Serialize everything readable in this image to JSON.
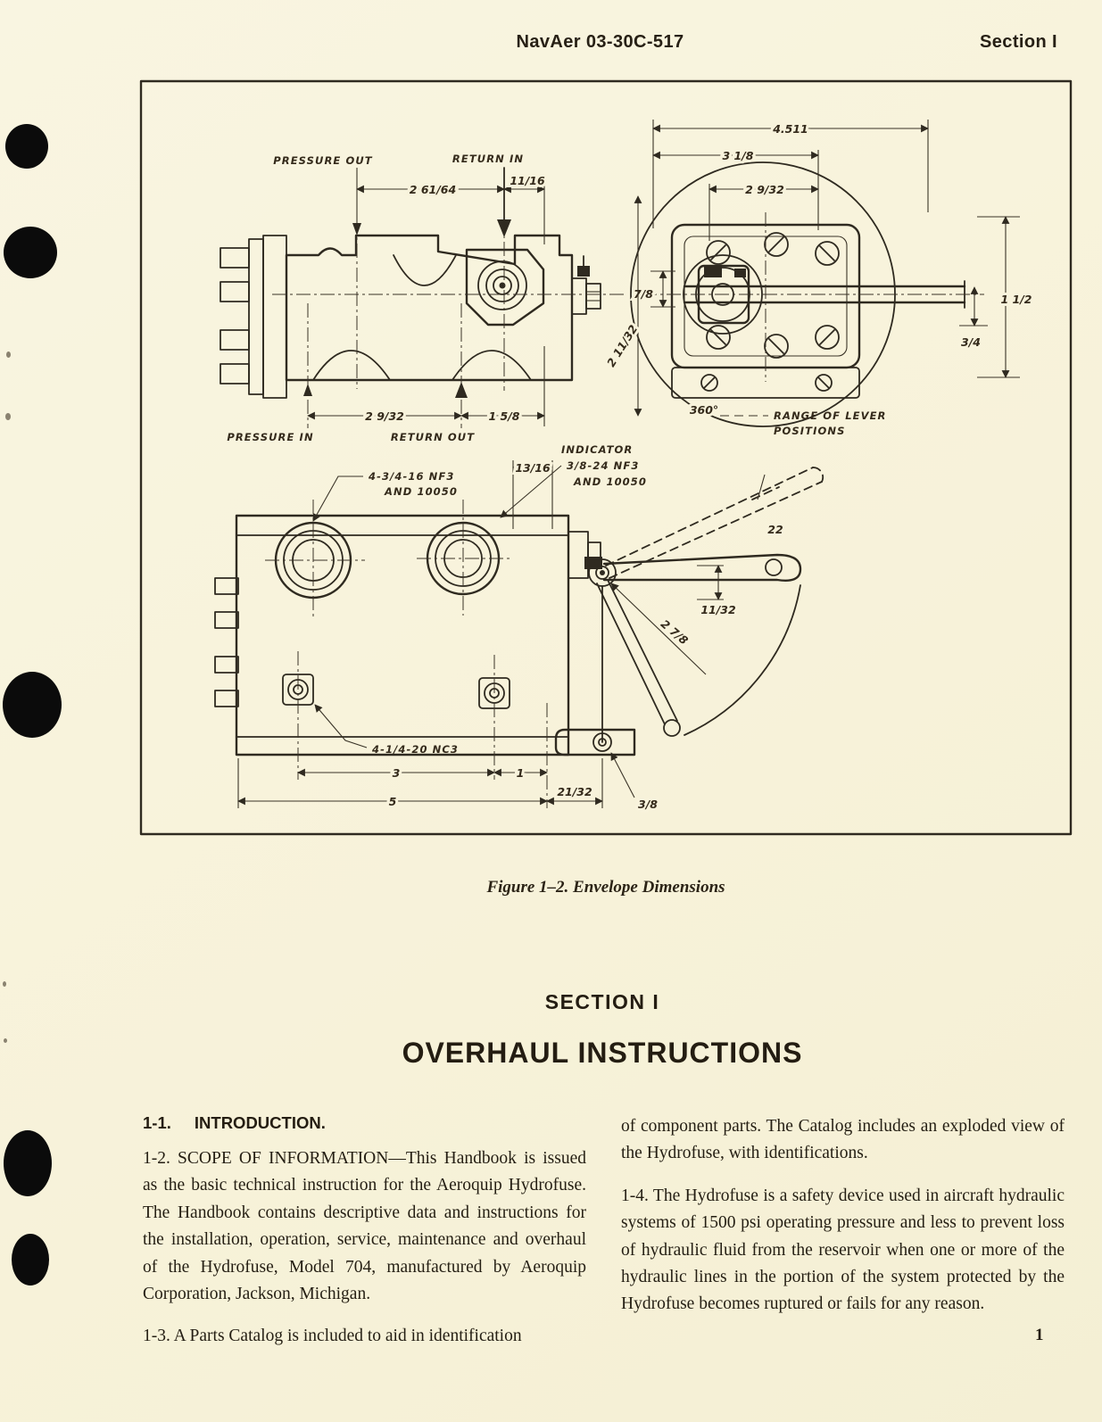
{
  "header": {
    "doc_number": "NavAer 03-30C-517",
    "section_label": "Section I"
  },
  "figure": {
    "caption": "Figure 1–2.  Envelope Dimensions",
    "callouts": {
      "pressure_out": "PRESSURE OUT",
      "return_in": "RETURN IN",
      "pressure_in": "PRESSURE IN",
      "return_out": "RETURN OUT",
      "deg_360": "360°",
      "range_lever_line1": "RANGE OF LEVER",
      "range_lever_line2": "POSITIONS",
      "indicator_line1": "INDICATOR",
      "indicator_line2": "3/8-24 NF3",
      "indicator_line3": "AND 10050",
      "port_thread_line1": "4-3/4-16 NF3",
      "port_thread_line2": "AND 10050",
      "bolt_thread": "4-1/4-20 NC3",
      "lever_angle": "22"
    },
    "dims": {
      "overall_width": "4.511",
      "d3_1_8": "3 1/8",
      "d2_9_32_top": "2 9/32",
      "d2_61_64": "2 61/64",
      "d11_16": "11/16",
      "d2_9_32_ports": "2 9/32",
      "d1_5_8": "1 5/8",
      "d7_8": "7/8",
      "d2_11_32": "2 11/32",
      "d1_1_2": "1 1/2",
      "d3_4": "3/4",
      "d13_16": "13/16",
      "d11_32": "11/32",
      "d2_7_8": "2 7/8",
      "d3": "3",
      "d1": "1",
      "d5": "5",
      "d21_32": "21/32",
      "d3_8": "3/8"
    }
  },
  "section": {
    "heading": "SECTION I",
    "title": "OVERHAUL INSTRUCTIONS"
  },
  "body": {
    "intro_number": "1-1.",
    "intro_heading": "INTRODUCTION.",
    "left_paragraphs": [
      "1-2.  SCOPE OF INFORMATION—This Handbook is issued as the basic technical instruction for the Aeroquip Hydrofuse.  The Handbook contains descriptive data and instructions for the installation, operation, service, maintenance and overhaul of the Hydrofuse, Model 704, manufactured by Aeroquip Corporation, Jackson, Michigan.",
      "1-3.  A Parts Catalog is included to aid in identification"
    ],
    "right_paragraphs": [
      "of component parts.  The Catalog includes an exploded view of the Hydrofuse, with identifications.",
      "1-4.  The Hydrofuse is a safety device used in aircraft hydraulic systems of 1500 psi operating pressure and less to prevent loss of hydraulic fluid from the reservoir when one or more of the hydraulic lines in the portion of the system protected by the Hydrofuse becomes ruptured or fails for any reason."
    ]
  },
  "page_number": "1"
}
